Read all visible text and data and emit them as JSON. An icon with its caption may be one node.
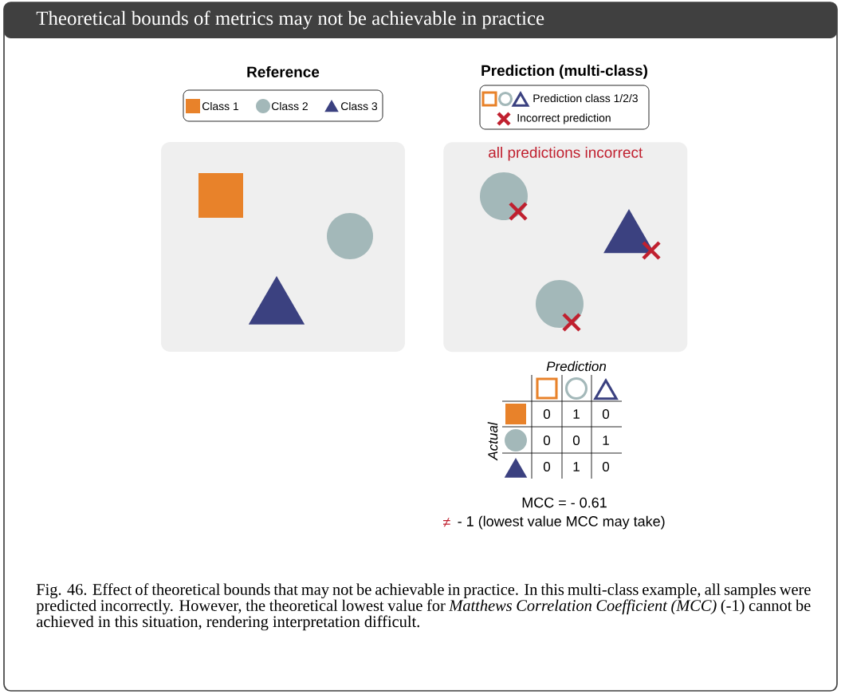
{
  "diagram": {
    "title": "Theoretical bounds of metrics may not be achievable in practice",
    "caption": "Fig. 46. Effect of theoretical bounds that may not be achievable in practice. In this multi-class example, all samples were predicted incorrectly. However, the theoretical lowest value for *Matthews Correlation Coefficient (MCC)* (-1) cannot be achieved in this situation, rendering interpretation difficult.",
    "nodes": [
      {
        "text": [],
        "shape": "box"
      },
      {
        "text": [
          "all predictions incorrect"
        ]
      }
    ],
    "labels": [
      "Reference",
      "Prediction (multi-class)",
      "Prediction",
      "Actual",
      "0",
      "1",
      "0",
      "0",
      "0",
      "1",
      "0",
      "1",
      "0",
      "MCC = - 0.61",
      "≠",
      "- 1 (lowest value MCC may take)"
    ],
    "legend": [
      {
        "text": "Class 1",
        "color": "#e8822a"
      },
      {
        "text": "Class 2",
        "color": "#a3b8b9"
      },
      {
        "text": "Class 3",
        "color": "#3b4180"
      },
      {
        "text": "Prediction class 1/2/3"
      },
      {
        "text": "Incorrect prediction"
      }
    ]
  }
}
